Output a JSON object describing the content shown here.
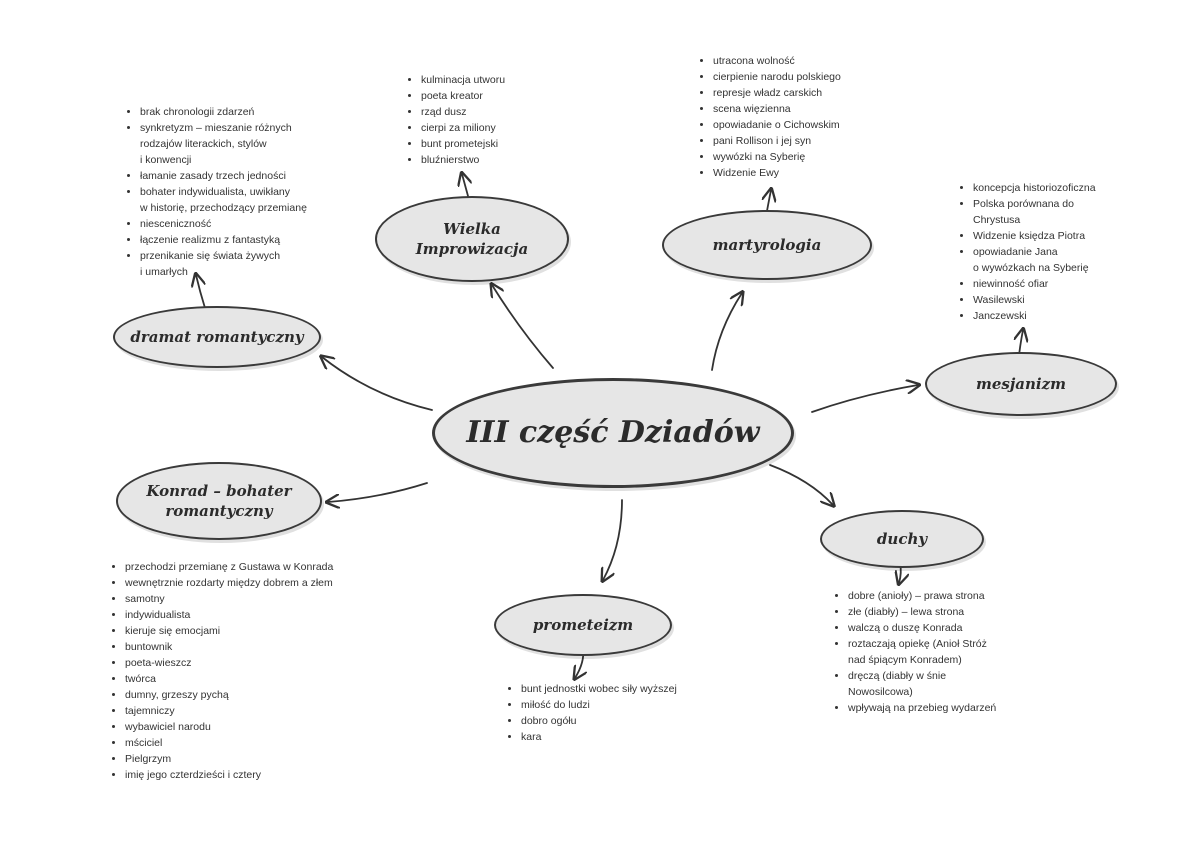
{
  "center": {
    "label": "III część Dziadów"
  },
  "nodes": {
    "wielka": {
      "label": "Wielka\nImprowizacja"
    },
    "martyrologia": {
      "label": "martyrologia"
    },
    "dramat": {
      "label": "dramat romantyczny"
    },
    "mesjanizm": {
      "label": "mesjanizm"
    },
    "konrad": {
      "label": "Konrad – bohater\nromantyczny"
    },
    "duchy": {
      "label": "duchy"
    },
    "prometeizm": {
      "label": "prometeizm"
    }
  },
  "lists": {
    "wielka": [
      "kulminacja utworu",
      "poeta kreator",
      "rząd dusz",
      "cierpi za miliony",
      "bunt prometejski",
      "bluźnierstwo"
    ],
    "martyrologia": [
      "utracona wolność",
      "cierpienie narodu polskiego",
      "represje władz carskich",
      "scena więzienna",
      "opowiadanie o Cichowskim",
      "pani Rollison i jej syn",
      "wywózki na Syberię",
      "Widzenie Ewy"
    ],
    "dramat": [
      "brak chronologii zdarzeń",
      "synkretyzm – mieszanie różnych\nrodzajów literackich, stylów\ni konwencji",
      "łamanie zasady trzech jedności",
      "bohater indywidualista, uwikłany\nw historię, przechodzący przemianę",
      "niesceniczność",
      "łączenie realizmu z fantastyką",
      "przenikanie się świata żywych\ni umarłych"
    ],
    "mesjanizm": [
      "koncepcja historiozoficzna",
      "Polska porównana do\nChrystusa",
      "Widzenie księdza Piotra",
      "opowiadanie Jana\no wywózkach na Syberię",
      "niewinność ofiar",
      "Wasilewski",
      "Janczewski"
    ],
    "konrad": [
      "przechodzi przemianę z Gustawa w Konrada",
      "wewnętrznie rozdarty między dobrem a złem",
      "samotny",
      "indywidualista",
      "kieruje się emocjami",
      "buntownik",
      "poeta-wieszcz",
      "twórca",
      "dumny, grzeszy pychą",
      "tajemniczy",
      "wybawiciel narodu",
      "mściciel",
      "Pielgrzym",
      "imię jego czterdzieści i cztery"
    ],
    "duchy": [
      "dobre (anioły) – prawa strona",
      "złe (diabły) – lewa strona",
      "walczą o duszę Konrada",
      "roztaczają opiekę (Anioł Stróż\nnad śpiącym Konradem)",
      "dręczą (diabły w śnie\nNowosilcowa)",
      "wpływają na przebieg wydarzeń"
    ],
    "prometeizm": [
      "bunt jednostki wobec siły wyższej",
      "miłość do ludzi",
      "dobro ogółu",
      "kara"
    ]
  }
}
